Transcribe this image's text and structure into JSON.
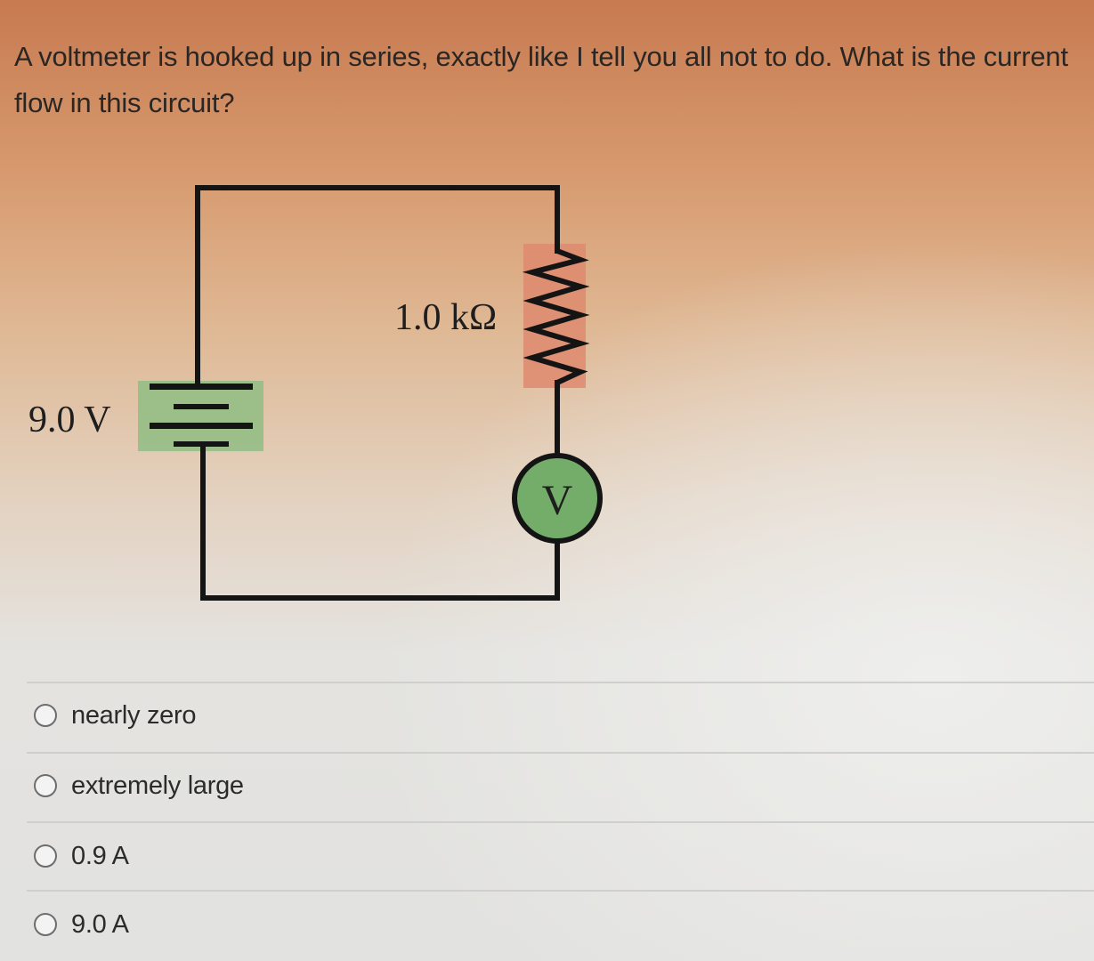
{
  "question": {
    "text": "A voltmeter is hooked up in series, exactly like I tell you all not to do. What is the current flow in this circuit?"
  },
  "circuit": {
    "battery_label": "9.0 V",
    "resistor_label": "1.0 kΩ",
    "meter_label": "V",
    "colors": {
      "wire": "#141414",
      "battery_highlight": "#8fbd84",
      "resistor_highlight": "#de8a6e",
      "meter_fill": "#74ad69"
    }
  },
  "options": [
    {
      "label": "nearly zero",
      "selected": false
    },
    {
      "label": "extremely large",
      "selected": false
    },
    {
      "label": "0.9 A",
      "selected": false
    },
    {
      "label": "9.0 A",
      "selected": false
    }
  ]
}
